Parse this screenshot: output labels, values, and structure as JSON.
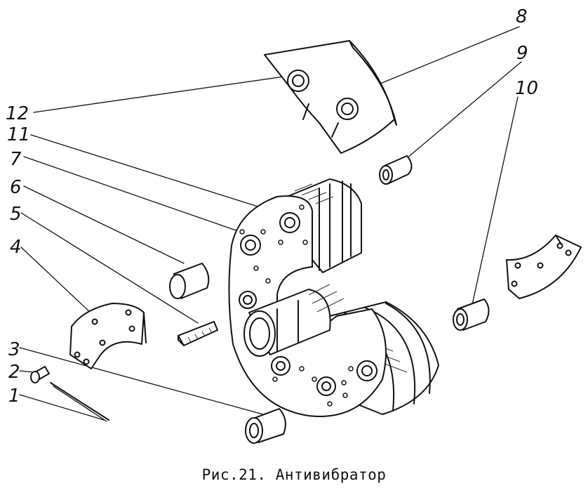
{
  "caption": "Рис.21. Антивибратор",
  "part_numbers": [
    "1",
    "2",
    "3",
    "4",
    "5",
    "6",
    "7",
    "8",
    "9",
    "10",
    "11",
    "12"
  ]
}
